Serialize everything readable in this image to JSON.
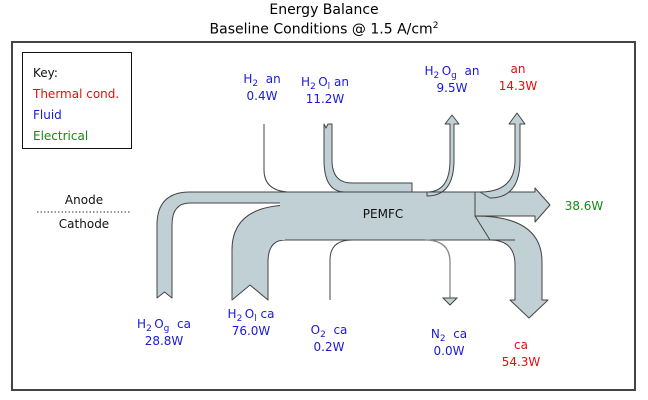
{
  "title": {
    "line1": "Energy Balance",
    "line2_prefix": "Baseline Conditions @ 1.5 A/cm",
    "line2_sup": "2"
  },
  "key": {
    "heading": "Key:",
    "entries": [
      {
        "label": "Thermal cond.",
        "color": "#e01010"
      },
      {
        "label": "Fluid",
        "color": "#1a1ad6"
      },
      {
        "label": "Electrical",
        "color": "#158a15"
      }
    ]
  },
  "sides": {
    "anode": "Anode",
    "cathode": "Cathode"
  },
  "center_label": "PEMFC",
  "colors": {
    "flow_fill": "#c0d0d5",
    "flow_stroke": "#444444",
    "thermal": "#e01010",
    "fluid": "#1a1ad6",
    "electrical": "#158a15"
  },
  "flows": {
    "h2_an": {
      "species": "H",
      "sub": "2",
      "species2": "",
      "sub2": "",
      "side": "an",
      "value": "0.4W",
      "kind": "fluid",
      "direction": "in"
    },
    "h2ol_an": {
      "species": "H",
      "sub": "2",
      "species2": "O",
      "sub2": "l",
      "side": "an",
      "value": "11.2W",
      "kind": "fluid",
      "direction": "in"
    },
    "h2og_an": {
      "species": "H",
      "sub": "2",
      "species2": "O",
      "sub2": "g",
      "side": "an",
      "value": "9.5W",
      "kind": "fluid",
      "direction": "out"
    },
    "thermal_an": {
      "side": "an",
      "value": "14.3W",
      "kind": "thermal",
      "direction": "out"
    },
    "electrical": {
      "value": "38.6W",
      "kind": "electrical",
      "direction": "out"
    },
    "h2og_ca": {
      "species": "H",
      "sub": "2",
      "species2": "O",
      "sub2": "g",
      "side": "ca",
      "value": "28.8W",
      "kind": "fluid",
      "direction": "in"
    },
    "h2ol_ca": {
      "species": "H",
      "sub": "2",
      "species2": "O",
      "sub2": "l",
      "side": "ca",
      "value": "76.0W",
      "kind": "fluid",
      "direction": "in"
    },
    "o2_ca": {
      "species": "O",
      "sub": "2",
      "species2": "",
      "sub2": "",
      "side": "ca",
      "value": "0.2W",
      "kind": "fluid",
      "direction": "in"
    },
    "n2_ca": {
      "species": "N",
      "sub": "2",
      "species2": "",
      "sub2": "",
      "side": "ca",
      "value": "0.0W",
      "kind": "fluid",
      "direction": "out"
    },
    "thermal_ca": {
      "side": "ca",
      "value": "54.3W",
      "kind": "thermal",
      "direction": "out"
    }
  }
}
